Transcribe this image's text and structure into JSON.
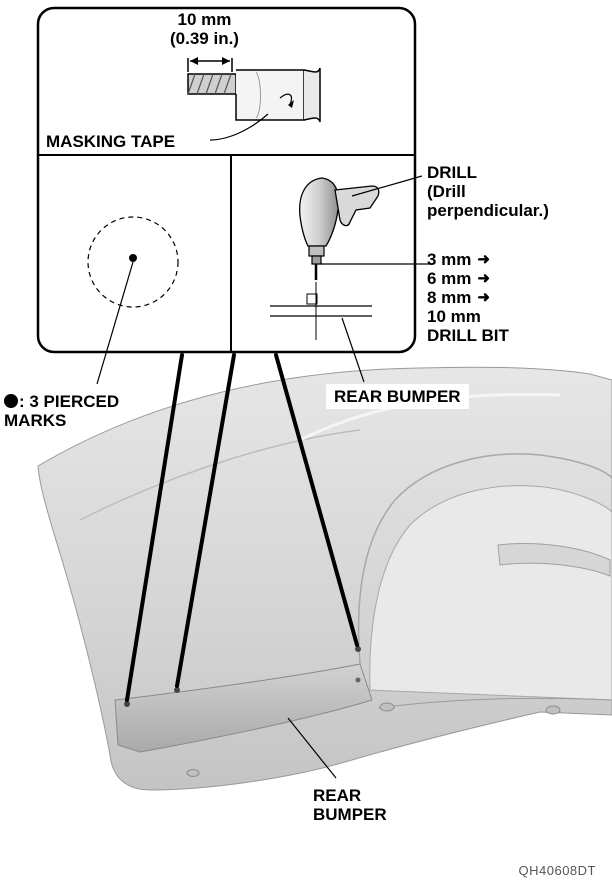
{
  "callouts": {
    "dimension_line1": "10 mm",
    "dimension_line2": "(0.39 in.)",
    "masking_tape": "MASKING TAPE",
    "drill_line1": "DRILL",
    "drill_line2": "(Drill",
    "drill_line3": "perpendicular.)",
    "bit_steps": [
      "3 mm",
      "6 mm",
      "8 mm"
    ],
    "bit_final": "10 mm",
    "drill_bit": "DRILL BIT",
    "rear_bumper_inset": "REAR BUMPER",
    "pierced_marks_line1": ": 3 PIERCED",
    "pierced_marks_line2": "MARKS",
    "rear_bumper_line1": "REAR",
    "rear_bumper_line2": "BUMPER"
  },
  "step_arrow": "➜",
  "figure_code": "QH40608DT"
}
